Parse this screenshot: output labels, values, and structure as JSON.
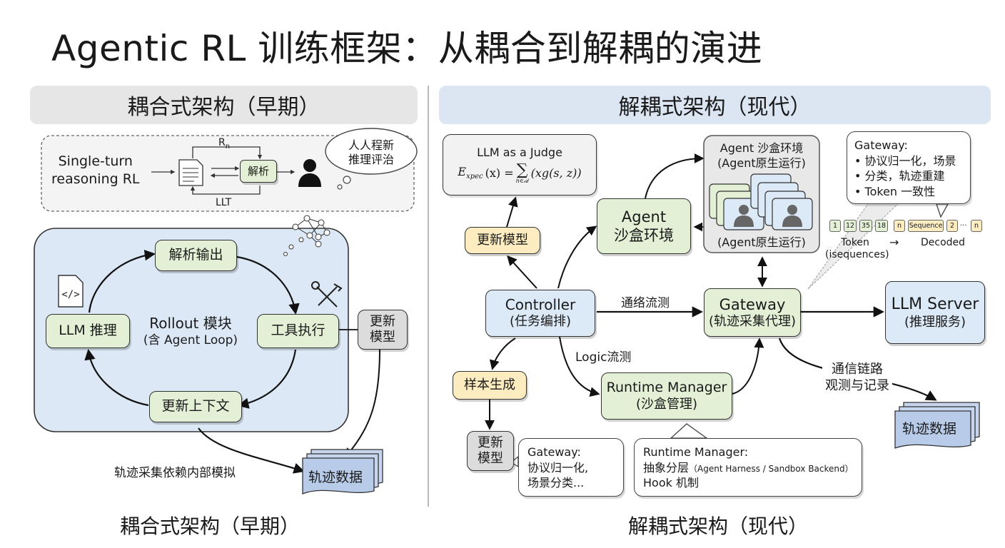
{
  "title": "Agentic RL 训练框架：从耦合到解耦的演进",
  "left": {
    "header": "耦合式架构（早期）",
    "footer": "耦合式架构（早期）",
    "single_turn": {
      "label_line1": "Single-turn",
      "label_line2": "reasoning RL",
      "rn": "R",
      "rn_sub": "n",
      "parse_box": "解析",
      "llt": "LLT",
      "thought_line1": "人人程新",
      "thought_line2": "推理评治"
    },
    "rollout": {
      "title": "Rollout 模块",
      "subtitle": "(含 Agent Loop)",
      "parse_output": "解析输出",
      "llm_infer": "LLM 推理",
      "tool_exec": "工具执行",
      "update_ctx": "更新上下文",
      "update_model_line1": "更新",
      "update_model_line2": "模型"
    },
    "traj_caption": "轨迹采集依赖内部模拟",
    "traj_data": "轨迹数据"
  },
  "right": {
    "header": "解耦式架构（现代）",
    "footer": "解耦式架构（现代）",
    "judge": {
      "title": "LLM as a Judge",
      "formula_lhs": "E",
      "formula_sub": "xpec",
      "formula_mid": "(x) =",
      "formula_sum": "∑",
      "formula_sum_sub": "n∈𝒾𝓀",
      "formula_rhs": "(xg(s, z))"
    },
    "update_model": "更新模型",
    "agent_box_line1": "Agent",
    "agent_box_line2": "沙盒环境",
    "sandbox_group": {
      "title_line1": "Agent 沙盒环境",
      "title_line2": "(Agent原生运行)",
      "bottom": "(Agent原生运行)"
    },
    "gateway_callout": {
      "title": "Gateway:",
      "item1": "• 协议归一化，场景",
      "item2": "• 分类，轨迹重建",
      "item3": "• Token 一致性"
    },
    "tokens": {
      "left_items": [
        "1",
        "12",
        "35",
        "18"
      ],
      "right_items": [
        "n",
        "Sequence",
        "2",
        "...",
        "n"
      ],
      "token_label": "Token",
      "token_sub": "(isequences)",
      "decoded_label": "Decoded",
      "arrow": "→"
    },
    "controller_line1": "Controller",
    "controller_line2": "(任务编排)",
    "comm_flow": "通络流测",
    "logic_flow": "Logic流测",
    "gateway_line1": "Gateway",
    "gateway_line2": "(轨迹采集代理)",
    "llm_server_line1": "LLM Server",
    "llm_server_line2": "(推理服务)",
    "sample_gen": "样本生成",
    "runtime_line1": "Runtime Manager",
    "runtime_line2": "(沙盒管理)",
    "observe_line1": "通信链路",
    "observe_line2": "观测与记录",
    "traj_data": "轨迹数据",
    "update_model2_line1": "更新",
    "update_model2_line2": "模型",
    "gw_note": {
      "line1": "Gateway:",
      "line2": "协议归一化,",
      "line3": "场景分类..."
    },
    "rt_note": {
      "line1": "Runtime Manager:",
      "line2": "抽象分层",
      "line2_small": "（Agent Harness / Sandbox Backend）",
      "line3": "Hook 机制"
    }
  }
}
